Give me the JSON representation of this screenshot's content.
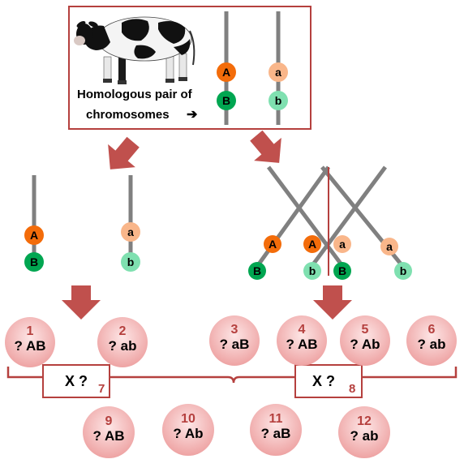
{
  "header": {
    "caption_line1": "Homologous pair of",
    "caption_line2": "chromosomes",
    "arrow_glyph": "➔",
    "top_chromosomes": [
      {
        "upper": "A",
        "lower": "B"
      },
      {
        "upper": "a",
        "lower": "b"
      }
    ]
  },
  "left_path": {
    "chromosomes": [
      {
        "upper": "A",
        "lower": "B"
      },
      {
        "upper": "a",
        "lower": "b"
      }
    ]
  },
  "right_path": {
    "crossover": [
      {
        "upper": "A",
        "lower": "B"
      },
      {
        "upper": "A",
        "lower": "b"
      },
      {
        "upper": "a",
        "lower": "B"
      },
      {
        "upper": "a",
        "lower": "b"
      }
    ]
  },
  "gametes": [
    {
      "number": "1",
      "label": "? AB"
    },
    {
      "number": "2",
      "label": "? ab"
    },
    {
      "number": "3",
      "label": "? aB"
    },
    {
      "number": "4",
      "label": "? AB"
    },
    {
      "number": "5",
      "label": "? Ab"
    },
    {
      "number": "6",
      "label": "? ab"
    }
  ],
  "crosses": [
    {
      "text": "X ?",
      "number": "7"
    },
    {
      "text": "X ?",
      "number": "8"
    }
  ],
  "offspring": [
    {
      "number": "9",
      "label": "? AB"
    },
    {
      "number": "10",
      "label": "? Ab"
    },
    {
      "number": "11",
      "label": "? aB"
    },
    {
      "number": "12",
      "label": "? ab"
    }
  ],
  "colors": {
    "frame": "#b5403e",
    "arrow": "#c0504d",
    "chromosome": "#808080",
    "allele_A": "#f36c0a",
    "allele_a": "#f9b68a",
    "allele_B": "#00a651",
    "allele_b": "#7fe0b0",
    "circle_fill": "#f2b6b6",
    "number": "#b5403e"
  }
}
